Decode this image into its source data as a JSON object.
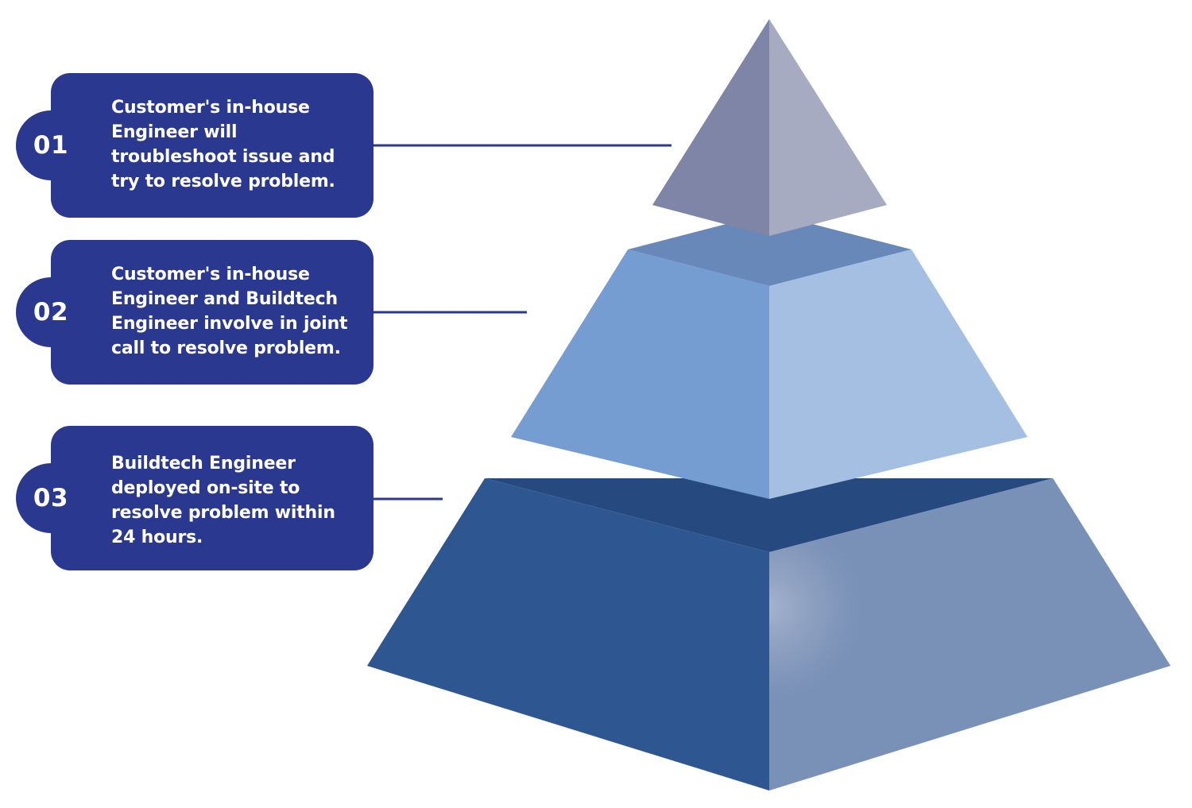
{
  "colors": {
    "card_background": "#2a388f",
    "connector_line": "#2a388f",
    "tier1_left": "#7f85a6",
    "tier1_right": "#a7abc2",
    "tier2_top": "#6788b8",
    "tier2_left": "#759dd2",
    "tier2_right": "#a5bfe3",
    "tier3_top": "#264a80",
    "tier3_left": "#2e5792",
    "tier3_right": "#7a91b7"
  },
  "steps": [
    {
      "number": "01",
      "text": "Customer's in-house Engineer will troubleshoot issue and try to resolve problem."
    },
    {
      "number": "02",
      "text": "Customer's in-house Engineer and Buildtech Engineer involve in joint call to resolve problem."
    },
    {
      "number": "03",
      "text": "Buildtech Engineer deployed on-site to resolve problem within 24 hours."
    }
  ]
}
